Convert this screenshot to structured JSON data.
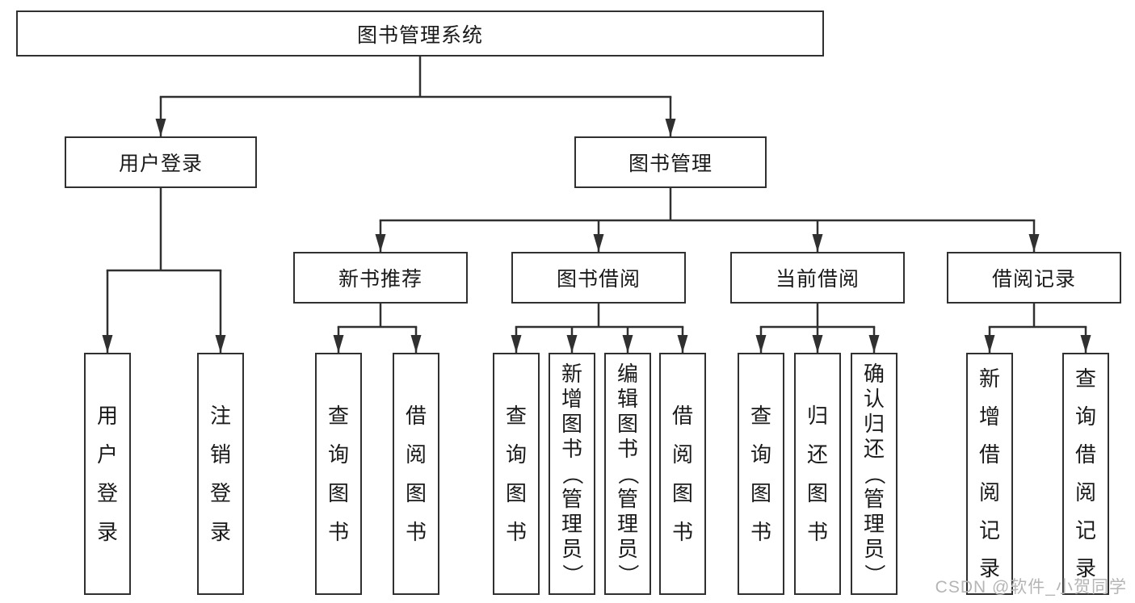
{
  "title": "图书管理系统",
  "watermark": "CSDN @软件_小贺同学",
  "colors": {
    "line": "#303030",
    "text": "#1a1a1a",
    "box_background": "#ffffff",
    "watermark": "#b5b5b5"
  },
  "nodes": [
    {
      "id": "root",
      "label": "图书管理系统",
      "parent": null,
      "orientation": "horizontal"
    },
    {
      "id": "user-login",
      "label": "用户登录",
      "parent": "root",
      "orientation": "horizontal"
    },
    {
      "id": "book-mgmt",
      "label": "图书管理",
      "parent": "root",
      "orientation": "horizontal"
    },
    {
      "id": "new-book-rec",
      "label": "新书推荐",
      "parent": "book-mgmt",
      "orientation": "horizontal"
    },
    {
      "id": "book-borrow",
      "label": "图书借阅",
      "parent": "book-mgmt",
      "orientation": "horizontal"
    },
    {
      "id": "current-borrow",
      "label": "当前借阅",
      "parent": "book-mgmt",
      "orientation": "horizontal"
    },
    {
      "id": "borrow-records",
      "label": "借阅记录",
      "parent": "book-mgmt",
      "orientation": "horizontal"
    },
    {
      "id": "leaf-user-login",
      "label": "用户登录",
      "parent": "user-login",
      "orientation": "vertical"
    },
    {
      "id": "leaf-logout",
      "label": "注销登录",
      "parent": "user-login",
      "orientation": "vertical"
    },
    {
      "id": "leaf-query-book-1",
      "label": "查询图书",
      "parent": "new-book-rec",
      "orientation": "vertical"
    },
    {
      "id": "leaf-borrow-book-1",
      "label": "借阅图书",
      "parent": "new-book-rec",
      "orientation": "vertical"
    },
    {
      "id": "leaf-query-book-2",
      "label": "查询图书",
      "parent": "book-borrow",
      "orientation": "vertical"
    },
    {
      "id": "leaf-add-book",
      "label": "新增图书（管理员）",
      "parent": "book-borrow",
      "orientation": "vertical"
    },
    {
      "id": "leaf-edit-book",
      "label": "编辑图书（管理员）",
      "parent": "book-borrow",
      "orientation": "vertical"
    },
    {
      "id": "leaf-borrow-book-2",
      "label": "借阅图书",
      "parent": "book-borrow",
      "orientation": "vertical"
    },
    {
      "id": "leaf-query-book-3",
      "label": "查询图书",
      "parent": "current-borrow",
      "orientation": "vertical"
    },
    {
      "id": "leaf-return-book",
      "label": "归还图书",
      "parent": "current-borrow",
      "orientation": "vertical"
    },
    {
      "id": "leaf-confirm-return",
      "label": "确认归还（管理员）",
      "parent": "current-borrow",
      "orientation": "vertical"
    },
    {
      "id": "leaf-add-borrow-record",
      "label": "新增借阅记录",
      "parent": "borrow-records",
      "orientation": "vertical"
    },
    {
      "id": "leaf-query-borrow-record",
      "label": "查询借阅记录",
      "parent": "borrow-records",
      "orientation": "vertical"
    }
  ]
}
